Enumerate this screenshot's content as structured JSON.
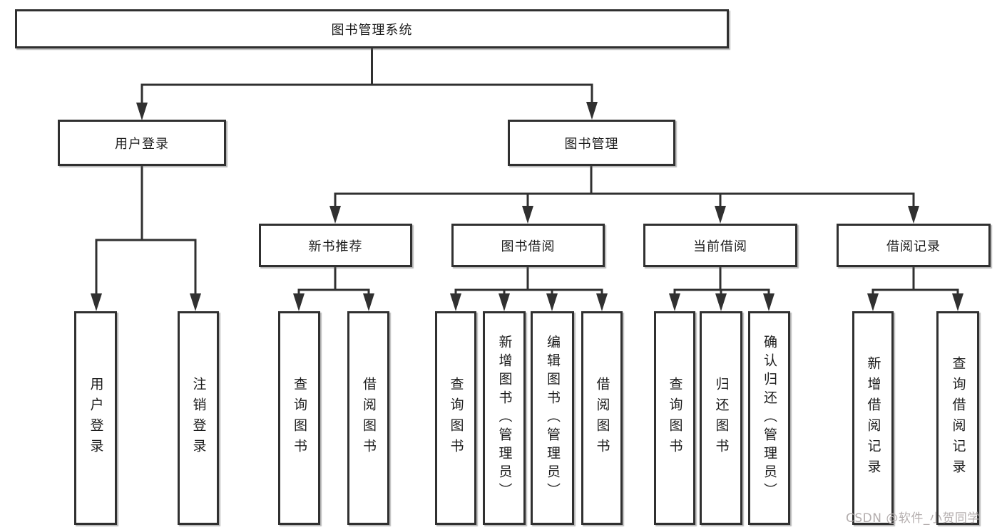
{
  "nodes": {
    "root": "图书管理系统",
    "user_login": "用户登录",
    "book_management": "图书管理",
    "level3": [
      "新书推荐",
      "图书借阅",
      "当前借阅",
      "借阅记录"
    ],
    "user_login_children": [
      "用户登录",
      "注销登录"
    ],
    "recommend_children": [
      "查询图书",
      "借阅图书"
    ],
    "borrow_children": [
      "查询图书",
      "新增图书（管理员）",
      "编辑图书（管理员）",
      "借阅图书"
    ],
    "current_children": [
      "查询图书",
      "归还图书",
      "确认归还（管理员）"
    ],
    "record_children": [
      "新增借阅记录",
      "查询借阅记录"
    ]
  },
  "watermark": "CSDN @软件_小贺同学",
  "colors": {
    "line": "#303030",
    "box_background": "#ffffff",
    "text": "#1c1c1c",
    "watermark": "#b4aeae"
  }
}
